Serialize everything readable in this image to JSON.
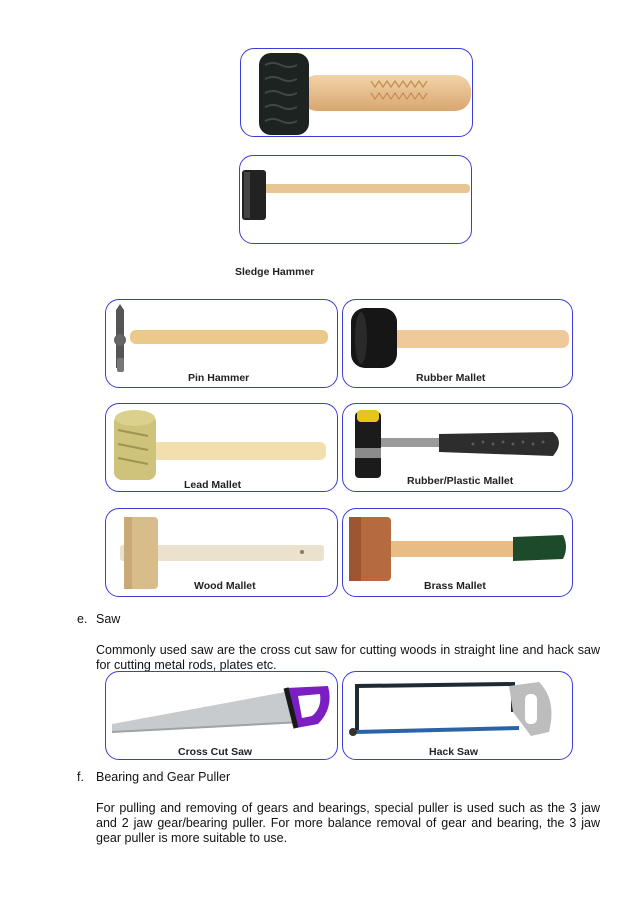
{
  "colors": {
    "frame_border": "#3b3fd6",
    "wood": "#e9c48f",
    "rubber": "#1b1b1b",
    "copper": "#b5683c"
  },
  "captions": {
    "sledge_hammer": "Sledge Hammer",
    "pin_hammer": "Pin Hammer",
    "rubber_mallet": "Rubber Mallet",
    "lead_mallet": "Lead Mallet",
    "rubber_plastic_mallet": "Rubber/Plastic Mallet",
    "wood_mallet": "Wood Mallet",
    "brass_mallet": "Brass  Mallet",
    "cross_cut_saw": "Cross  Cut Saw",
    "hack_saw": "Hack Saw"
  },
  "sections": {
    "saw": {
      "marker": "e.",
      "title": "Saw",
      "text": "Commonly used saw are the cross cut saw for cutting woods in straight line and hack saw for cutting metal rods, plates etc."
    },
    "puller": {
      "marker": "f.",
      "title": "Bearing and Gear Puller",
      "text": "For pulling and removing of gears and bearings, special puller is used such as the 3 jaw and 2 jaw gear/bearing puller. For more balance removal of gear and bearing, the 3 jaw gear puller is more suitable to use."
    }
  }
}
